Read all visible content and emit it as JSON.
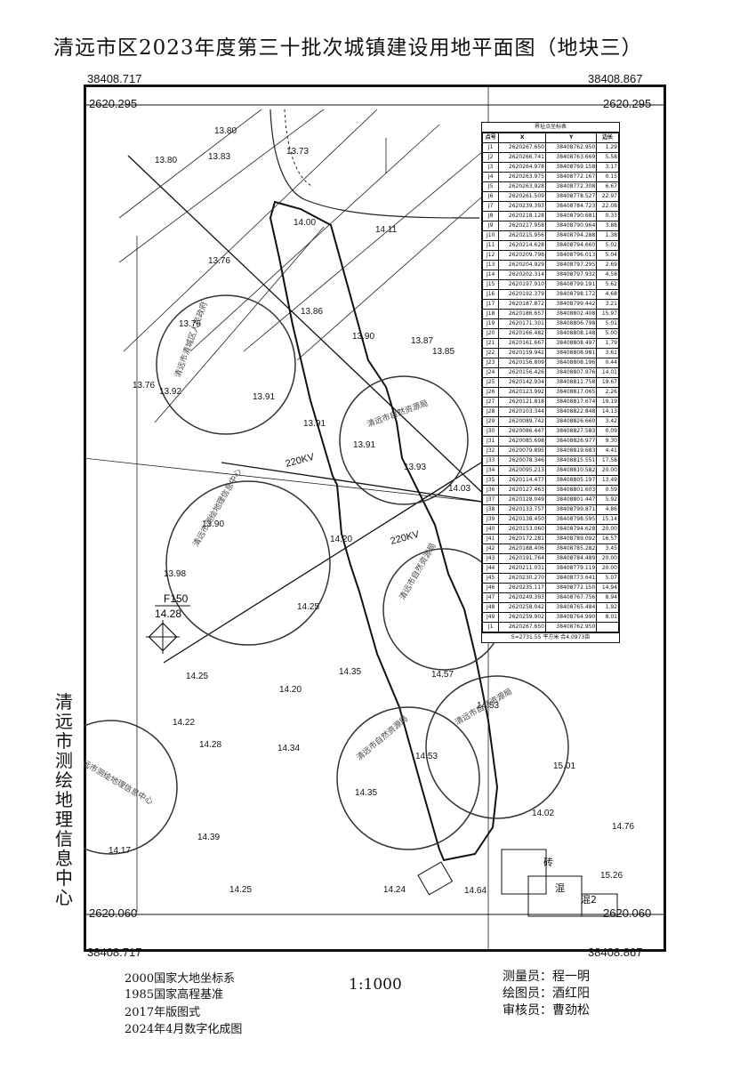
{
  "title": "清远市区2023年度第三十批次城镇建设用地平面图（地块三）",
  "frame": {
    "x_left": "38408.717",
    "x_right": "38408.867",
    "y_top": "2620.295",
    "y_bottom": "2620.060"
  },
  "side_text": [
    "清",
    "远",
    "市",
    "测",
    "绘",
    "地",
    "理",
    "信",
    "息",
    "中",
    "心"
  ],
  "footer": {
    "left_lines": [
      "2000国家大地坐标系",
      "1985国家高程基准",
      "2017年版图式",
      "2024年4月数字化成图"
    ],
    "scale": "1:1000",
    "right_lines": [
      "测量员：程一明",
      "绘图员：酒红阳",
      "审核员：曹劲松"
    ]
  },
  "coord_table": {
    "title": "界址点坐标表",
    "headers": [
      "点号",
      "X",
      "Y",
      "边长"
    ],
    "rows": [
      [
        "J1",
        "2620267.650",
        "38408762.950",
        "1.29"
      ],
      [
        "J2",
        "2620266.741",
        "38408763.669",
        "5.58"
      ],
      [
        "J3",
        "2620264.978",
        "38408769.158",
        "3.17"
      ],
      [
        "J4",
        "2620263.975",
        "38408772.167",
        "0.15"
      ],
      [
        "J5",
        "2620263.928",
        "38408772.308",
        "6.67"
      ],
      [
        "J6",
        "2620261.509",
        "38408778.527",
        "22.97"
      ],
      [
        "J7",
        "2620239.393",
        "38408784.723",
        "22.08"
      ],
      [
        "J8",
        "2620218.128",
        "38408790.681",
        "0.33"
      ],
      [
        "J9",
        "2620217.958",
        "38408790.964",
        "3.88"
      ],
      [
        "J10",
        "2620215.956",
        "38408794.288",
        "1.38"
      ],
      [
        "J11",
        "2620214.628",
        "38408794.660",
        "5.02"
      ],
      [
        "J12",
        "2620209.798",
        "38408796.013",
        "5.04"
      ],
      [
        "J13",
        "2620204.929",
        "38408797.295",
        "2.69"
      ],
      [
        "J14",
        "2620202.314",
        "38408797.932",
        "4.58"
      ],
      [
        "J15",
        "2620197.910",
        "38408799.191",
        "5.62"
      ],
      [
        "J16",
        "2620192.379",
        "38408798.172",
        "4.68"
      ],
      [
        "J17",
        "2620187.872",
        "38408799.442",
        "3.21"
      ],
      [
        "J18",
        "2620186.657",
        "38408802.408",
        "15.97"
      ],
      [
        "J19",
        "2620171.301",
        "38408806.798",
        "5.01"
      ],
      [
        "J20",
        "2620166.482",
        "38408808.148",
        "5.00"
      ],
      [
        "J21",
        "2620161.667",
        "38408808.497",
        "1.79"
      ],
      [
        "J22",
        "2620159.942",
        "38408808.981",
        "3.61"
      ],
      [
        "J23",
        "2620156.809",
        "38408808.196",
        "0.44"
      ],
      [
        "J24",
        "2620156.426",
        "38408807.976",
        "14.01"
      ],
      [
        "J25",
        "2620142.934",
        "38408811.758",
        "19.67"
      ],
      [
        "J26",
        "2620123.992",
        "38408817.065",
        "2.26"
      ],
      [
        "J27",
        "2620121.818",
        "38408817.674",
        "19.19"
      ],
      [
        "J28",
        "2620103.344",
        "38408822.848",
        "14.13"
      ],
      [
        "J29",
        "2620089.742",
        "38408826.660",
        "3.42"
      ],
      [
        "J30",
        "2620086.447",
        "38408827.583",
        "0.09"
      ],
      [
        "J31",
        "2620085.698",
        "38408826.977",
        "9.30"
      ],
      [
        "J32",
        "2620079.895",
        "38408819.683",
        "4.41"
      ],
      [
        "J33",
        "2620078.346",
        "38408815.551",
        "17.58"
      ],
      [
        "J34",
        "2620095.213",
        "38408810.582",
        "20.00"
      ],
      [
        "J35",
        "2620114.477",
        "38408805.197",
        "13.49"
      ],
      [
        "J36",
        "2620127.463",
        "38408801.603",
        "0.59"
      ],
      [
        "J37",
        "2620128.049",
        "38408801.447",
        "5.92"
      ],
      [
        "J38",
        "2620133.757",
        "38408799.871",
        "4.86"
      ],
      [
        "J39",
        "2620138.450",
        "38408798.595",
        "15.14"
      ],
      [
        "J40",
        "2620153.060",
        "38408794.628",
        "20.00"
      ],
      [
        "J41",
        "2620172.281",
        "38408789.092",
        "16.57"
      ],
      [
        "J42",
        "2620188.406",
        "38408785.282",
        "3.45"
      ],
      [
        "J43",
        "2620191.764",
        "38408784.489",
        "20.00"
      ],
      [
        "J44",
        "2620211.031",
        "38408779.119",
        "20.00"
      ],
      [
        "J45",
        "2620230.270",
        "38408773.641",
        "5.07"
      ],
      [
        "J46",
        "2620235.117",
        "38408772.150",
        "14.94"
      ],
      [
        "J47",
        "2620249.393",
        "38408767.756",
        "8.94"
      ],
      [
        "J48",
        "2620258.042",
        "38408765.484",
        "1.92"
      ],
      [
        "J49",
        "2620259.902",
        "38408764.990",
        "8.01"
      ],
      [
        "J1",
        "2620267.650",
        "38408762.950",
        ""
      ]
    ],
    "area": "S=2731.55 平方米 合4.0973亩"
  },
  "map": {
    "elevations": [
      "13.80",
      "13.80",
      "13.83",
      "13.73",
      "14.00",
      "14.11",
      "13.76",
      "13.76",
      "13.86",
      "13.90",
      "13.87",
      "13.85",
      "13.76",
      "13.92",
      "13.91",
      "13.91",
      "13.91",
      "13.93",
      "14.03",
      "13.90",
      "14.20",
      "13.98",
      "14.25",
      "14.25",
      "14.20",
      "14.35",
      "14.57",
      "14.53",
      "14.22",
      "14.28",
      "14.34",
      "14.53",
      "15.01",
      "14.35",
      "14.02",
      "14.76",
      "14.39",
      "14.64",
      "15.26",
      "14.25",
      "14.24",
      "14.17"
    ],
    "road_text": [
      "220KV",
      "220KV"
    ],
    "block_label": "F150",
    "block_elev": "14.28",
    "house_text": [
      "砖",
      "混",
      "混2"
    ],
    "stamps": [
      "清远市清城区人民政府",
      "清远市自然资源局",
      "清远市测绘地理信息中心",
      "清远市自然资源局",
      "清远市自然资源局",
      "清远市自然资源局",
      "清远市测绘地理信息中心"
    ]
  }
}
